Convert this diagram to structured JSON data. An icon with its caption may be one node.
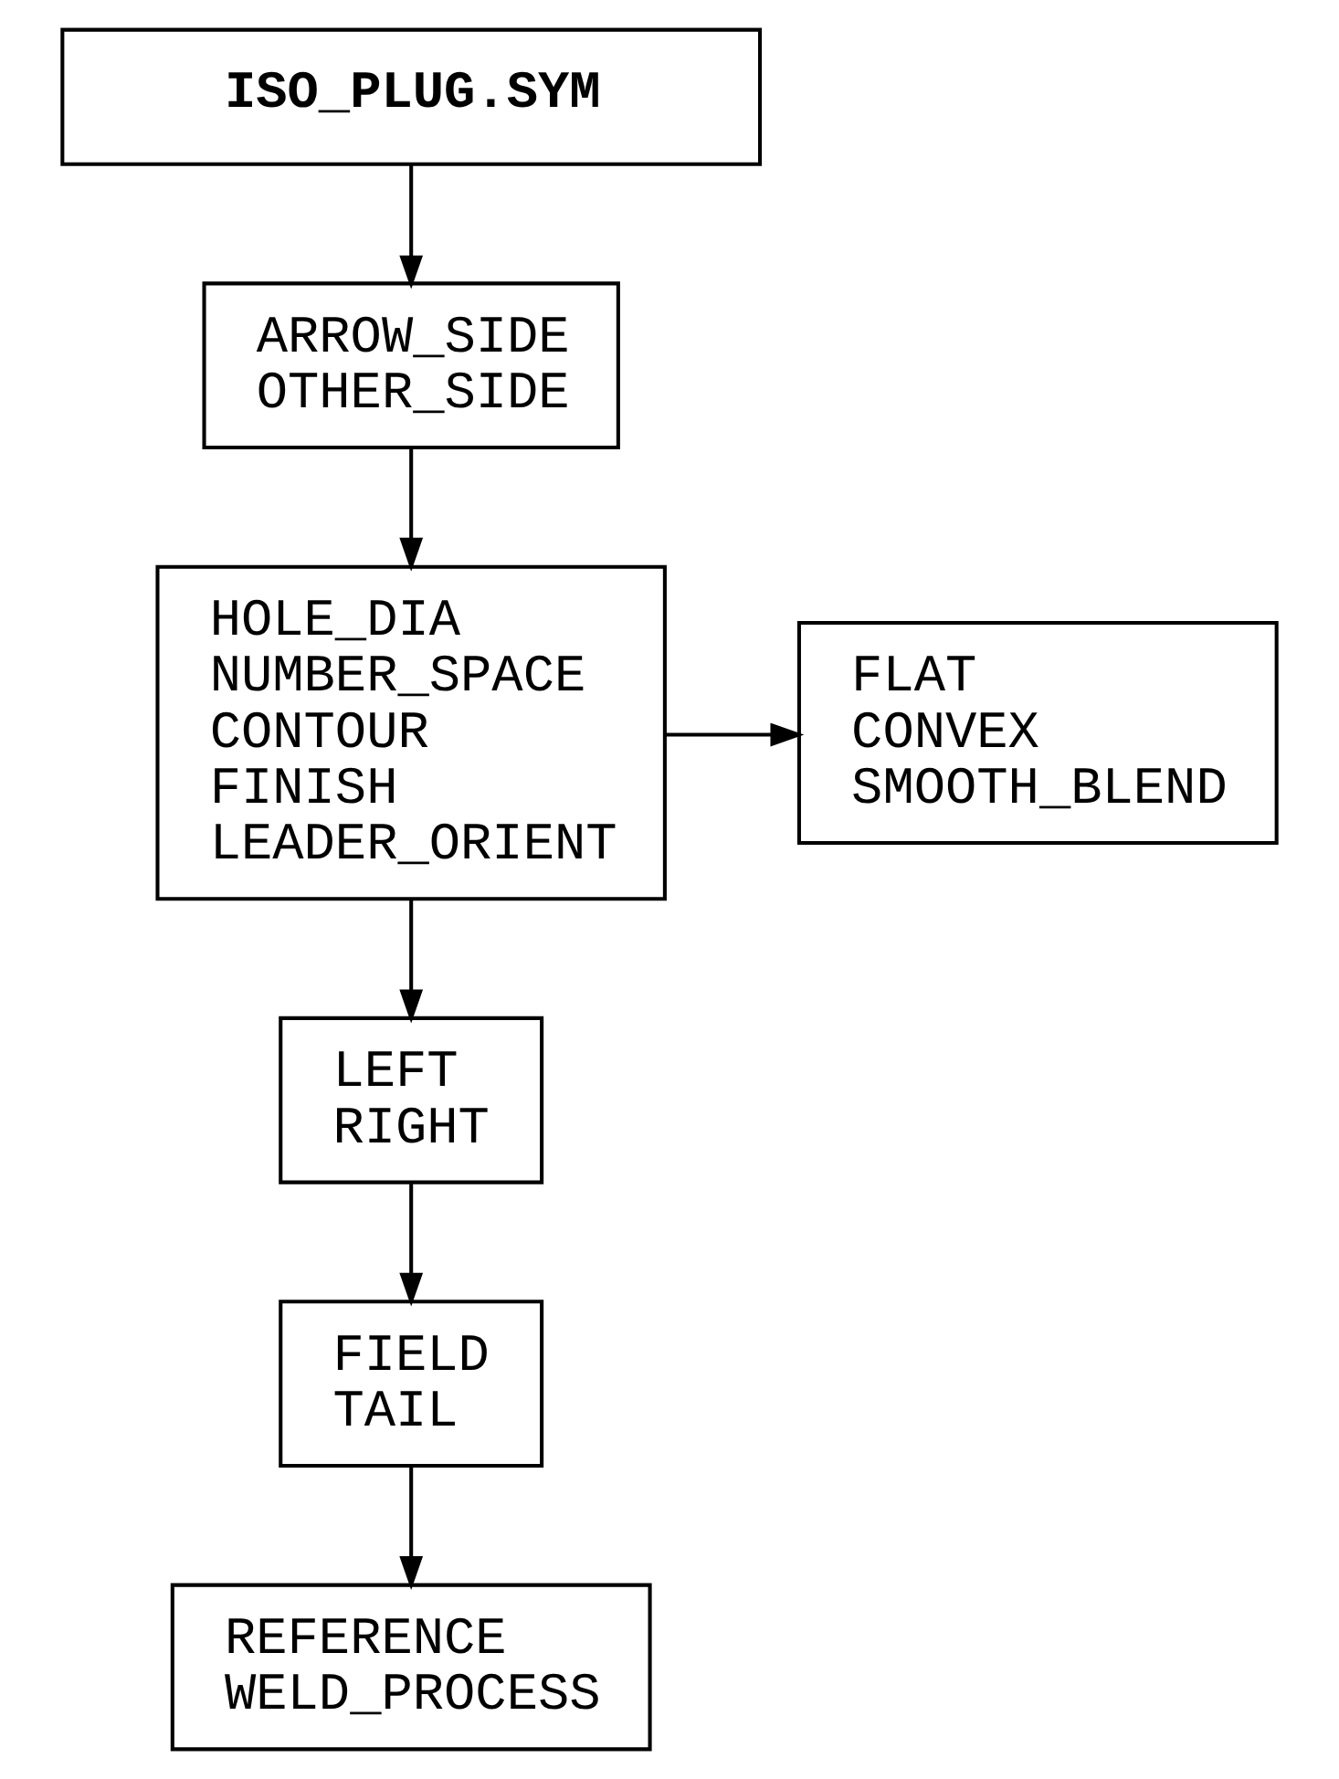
{
  "diagram": {
    "nodes": [
      {
        "text": [
          "ISO_PLUG.SYM"
        ]
      },
      {
        "text": [
          "ARROW_SIDE",
          "OTHER_SIDE"
        ]
      },
      {
        "text": [
          "FLAT",
          "CONVEX",
          "SMOOTH_BLEND"
        ]
      },
      {
        "text": [
          "HOLE_DIA",
          "NUMBER_SPACE",
          "CONTOUR",
          "FINISH",
          "LEADER_ORIENT"
        ]
      },
      {
        "text": [
          "LEFT",
          "RIGHT"
        ]
      },
      {
        "text": [
          "FIELD",
          "TAIL"
        ]
      },
      {
        "text": [
          "REFERENCE",
          "WELD_PROCESS"
        ]
      }
    ],
    "edges": [
      {
        "from": 0,
        "to": 1,
        "arrow": "to"
      },
      {
        "from": 1,
        "to": 3,
        "arrow": "to"
      },
      {
        "from": 3,
        "to": 2,
        "arrow": "to"
      },
      {
        "from": 3,
        "to": 4,
        "arrow": "to"
      },
      {
        "from": 4,
        "to": 5,
        "arrow": "to"
      },
      {
        "from": 5,
        "to": 6,
        "arrow": "to"
      }
    ]
  }
}
